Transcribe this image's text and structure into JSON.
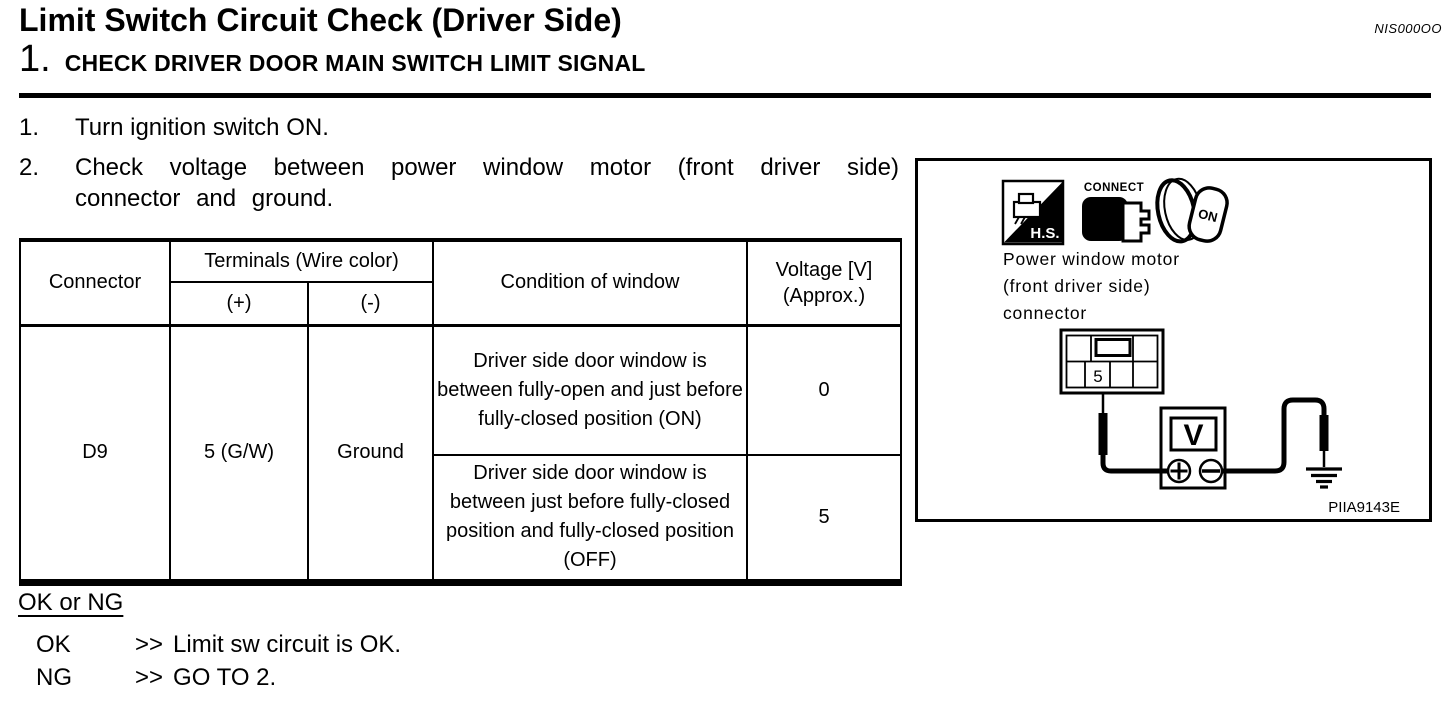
{
  "header": {
    "title": "Limit Switch Circuit Check (Driver Side)",
    "code": "NIS000OO",
    "step_number": "1.",
    "step_title": "CHECK DRIVER DOOR MAIN SWITCH LIMIT SIGNAL"
  },
  "steps": [
    {
      "number": "1.",
      "text": "Turn ignition switch ON."
    },
    {
      "number": "2.",
      "text": "Check voltage between power window motor (front driver side) connector and ground."
    }
  ],
  "table": {
    "headers": {
      "connector": "Connector",
      "terminals": "Terminals (Wire color)",
      "terminal_plus": "(+)",
      "terminal_minus": "(-)",
      "condition": "Condition of window",
      "voltage_line1": "Voltage [V]",
      "voltage_line2": "(Approx.)"
    },
    "row": {
      "connector": "D9",
      "terminal_plus": "5 (G/W)",
      "terminal_minus": "Ground",
      "conditions": [
        {
          "text": "Driver side door window is between fully-open and just before fully-closed position (ON)",
          "voltage": "0"
        },
        {
          "text": "Driver side door window is between just before fully-closed position and fully-closed position (OFF)",
          "voltage": "5"
        }
      ]
    }
  },
  "results": {
    "title": "OK or NG",
    "items": [
      {
        "label": "OK",
        "arrow": ">>",
        "action": "Limit sw circuit is OK."
      },
      {
        "label": "NG",
        "arrow": ">>",
        "action": "GO TO 2."
      }
    ]
  },
  "figure": {
    "hs_label": "H.S.",
    "connect_label": "CONNECT",
    "key_label": "ON",
    "caption_lines": [
      "Power window motor",
      "(front driver side)",
      "connector"
    ],
    "terminal_number": "5",
    "meter_label": "V",
    "figure_code": "PIIA9143E"
  }
}
